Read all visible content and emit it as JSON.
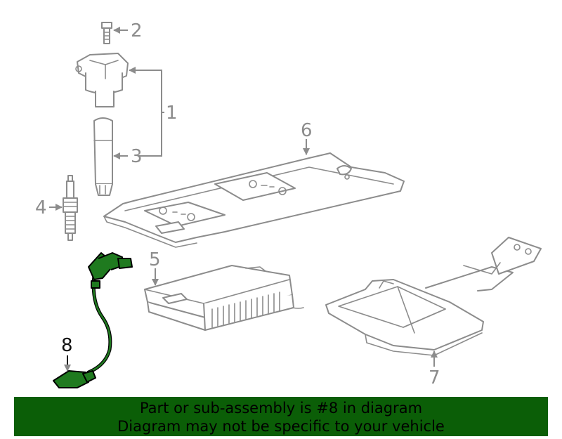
{
  "callouts": {
    "c1": "1",
    "c2": "2",
    "c3": "3",
    "c4": "4",
    "c5": "5",
    "c6": "6",
    "c7": "7",
    "c8": "8"
  },
  "highlight_color": "#1f7a1f",
  "banner": {
    "line1": "Part or sub-assembly is #8 in diagram",
    "line2": "Diagram may not be specific to your vehicle",
    "background": "#0b5e07"
  }
}
